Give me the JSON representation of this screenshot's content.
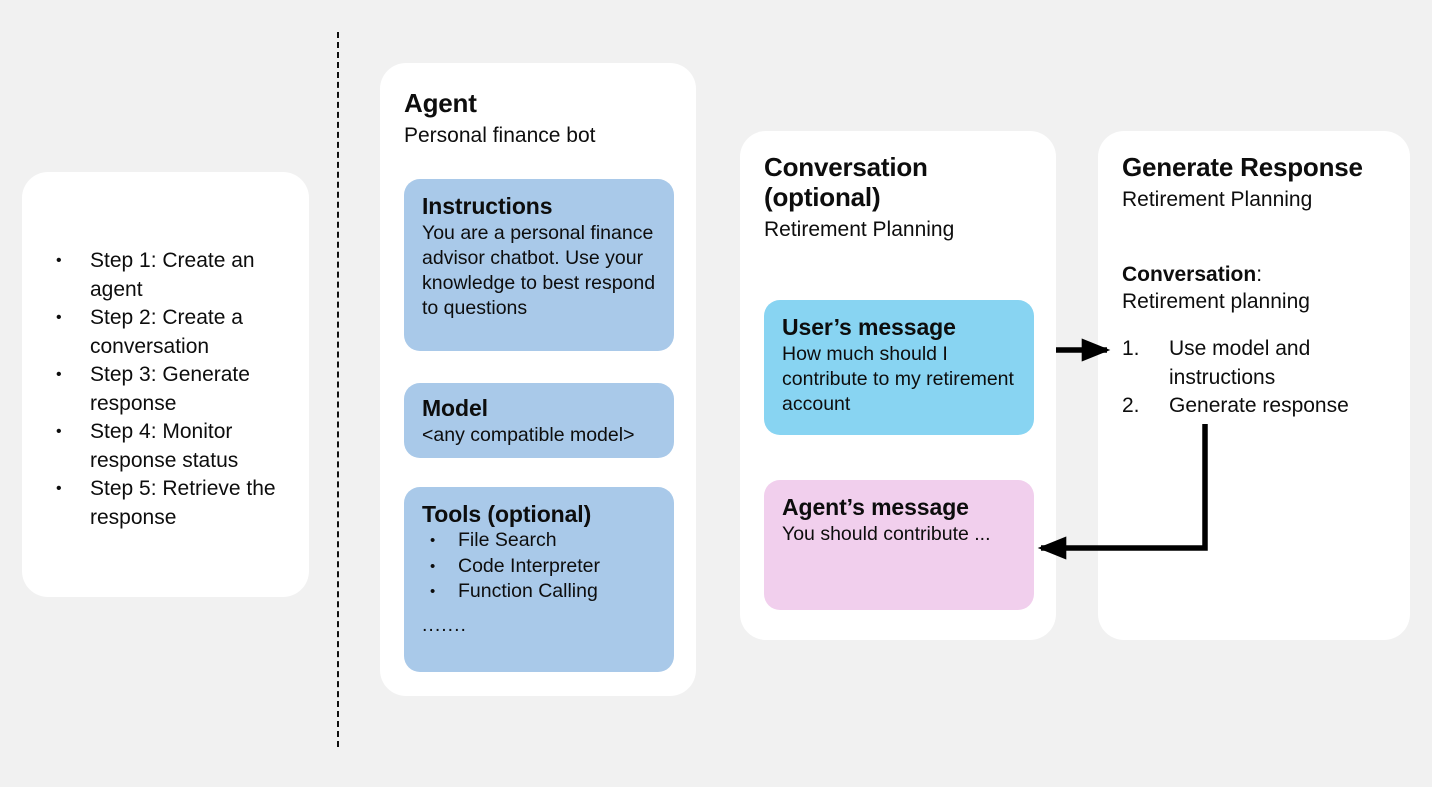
{
  "diagram": {
    "background_color": "#f1f1f1",
    "card_color": "#ffffff",
    "blue_box_color": "#a9c9e9",
    "cyan_box_color": "#88d4f2",
    "pink_box_color": "#f1cfed",
    "arrow_color": "#000000",
    "divider_label": "dashed-vertical-divider"
  },
  "steps_card": {
    "bullet": "•",
    "items": [
      "Step 1: Create an agent",
      "Step 2: Create a conversation",
      "Step 3: Generate response",
      "Step 4: Monitor response status",
      "Step 5: Retrieve the response"
    ]
  },
  "agent_card": {
    "title": "Agent",
    "subtitle": "Personal finance bot",
    "instructions": {
      "title": "Instructions",
      "body": "You are a personal finance advisor chatbot. Use your knowledge to best respond to questions"
    },
    "model": {
      "title": "Model",
      "body": "<any compatible model>"
    },
    "tools": {
      "title": "Tools (optional)",
      "bullet": "•",
      "items": [
        "File Search",
        "Code Interpreter",
        "Function Calling"
      ],
      "ellipsis": "......."
    }
  },
  "conversation_card": {
    "title": "Conversation (optional)",
    "subtitle": "Retirement Planning",
    "user_message": {
      "title": "User’s message",
      "body": "How much should I contribute to my retirement account"
    },
    "agent_message": {
      "title": "Agent’s message",
      "body": "You should contribute ..."
    }
  },
  "generate_card": {
    "title": "Generate Response",
    "subtitle": "Retirement Planning",
    "conversation_label": "Conversation",
    "conversation_separator": ":",
    "conversation_value": "Retirement planning",
    "steps": [
      {
        "num": "1.",
        "text": "Use model and instructions"
      },
      {
        "num": "2.",
        "text": "Generate response"
      }
    ]
  }
}
